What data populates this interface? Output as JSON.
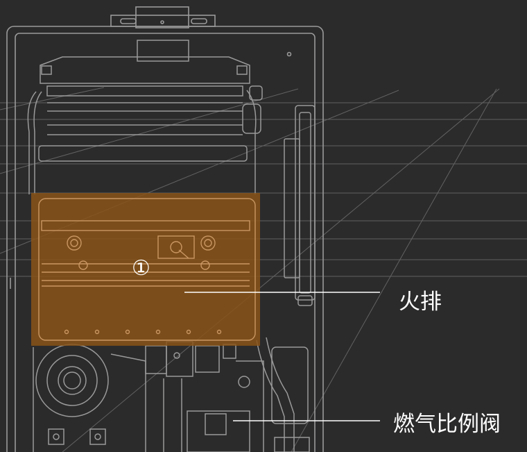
{
  "callouts": [
    {
      "marker": "①",
      "text": "火排"
    },
    {
      "marker": "",
      "text": "燃气比例阀"
    }
  ],
  "colors": {
    "background": "#2b2b2c",
    "outline": "#9a9a9a",
    "highlight": "#8a5317",
    "text": "#ffffff"
  }
}
